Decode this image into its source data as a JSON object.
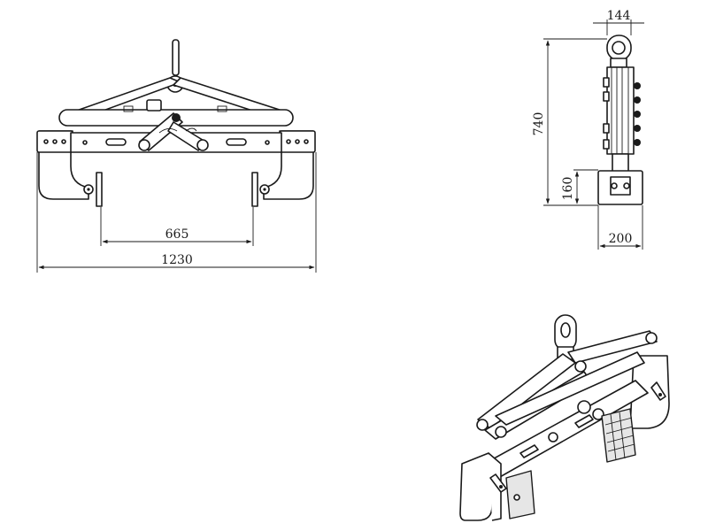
{
  "front_view": {
    "dim_inner_width": "665",
    "dim_overall_width": "1230"
  },
  "side_view": {
    "dim_top_width": "144",
    "dim_height": "740",
    "dim_pad_height": "160",
    "dim_pad_width": "200"
  },
  "colors": {
    "line": "#1a1a1a",
    "background": "#ffffff",
    "pad_shade": "#e6e6e6"
  }
}
